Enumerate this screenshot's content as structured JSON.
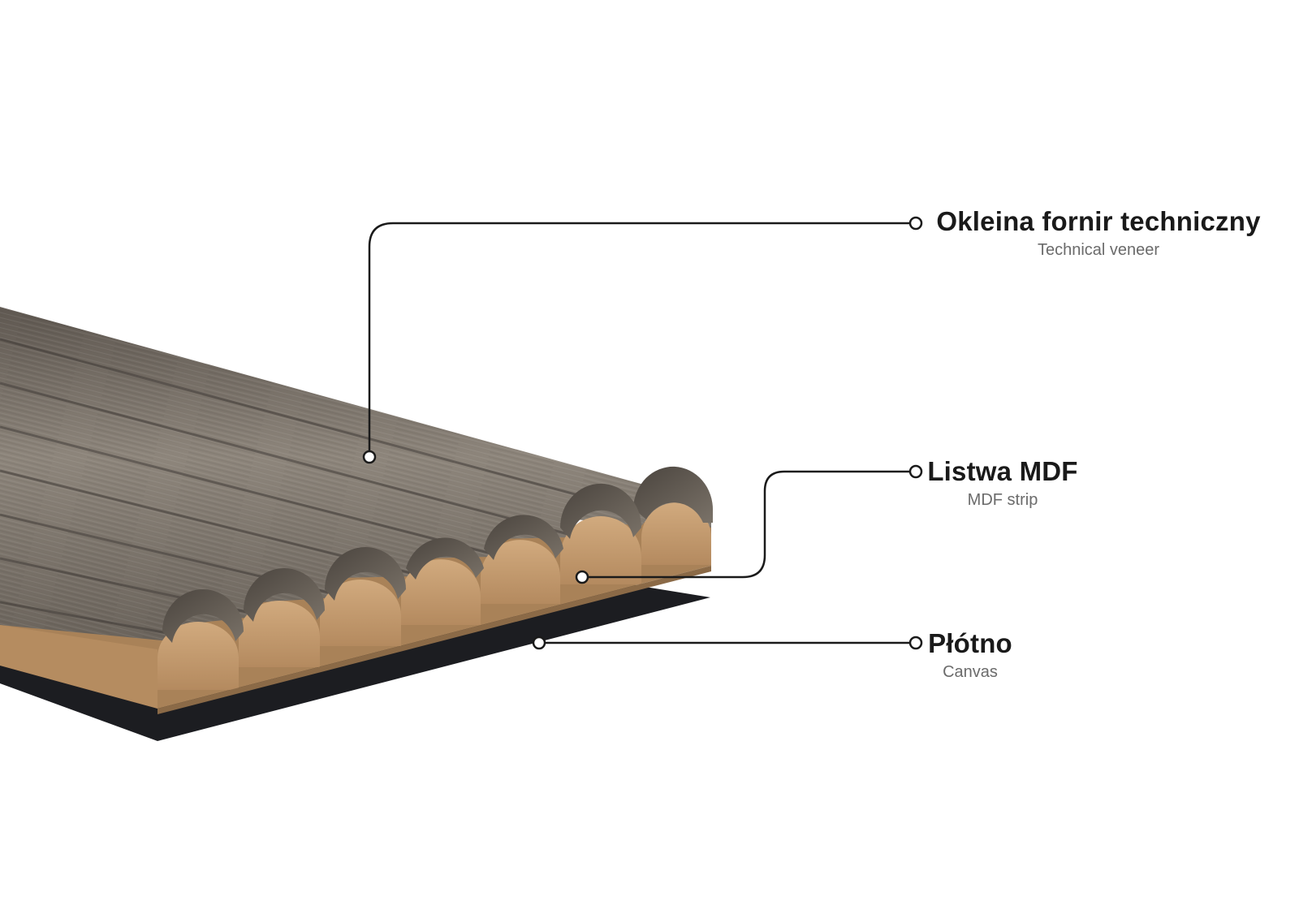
{
  "callouts": [
    {
      "id": "veneer",
      "title": "Okleina fornir techniczny",
      "subtitle": "Technical veneer"
    },
    {
      "id": "mdf",
      "title": "Listwa MDF",
      "subtitle": "MDF strip"
    },
    {
      "id": "canvas",
      "title": "Płótno",
      "subtitle": "Canvas"
    }
  ],
  "colors": {
    "veneer": "#7d746a",
    "veneer_dark": "#4c4640",
    "mdf": "#c39a6d",
    "mdf_dark": "#8b6a47",
    "canvas": "#1c1d21",
    "leader_line": "#1a1a1a"
  }
}
